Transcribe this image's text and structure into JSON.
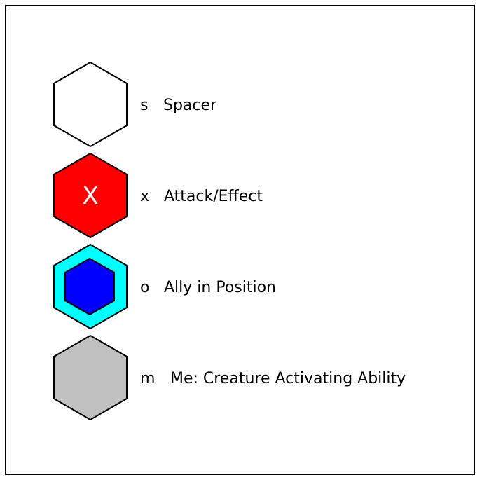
{
  "legend": {
    "items": [
      {
        "key": "s",
        "label": "Spacer",
        "fill": "#ffffff",
        "stroke": "#000000"
      },
      {
        "key": "x",
        "label": "Attack/Effect",
        "fill": "#ff0000",
        "stroke": "#000000",
        "glyph": "X",
        "glyph_color": "#ffffff"
      },
      {
        "key": "o",
        "label": "Ally in Position",
        "fill": "#00ffff",
        "inner_fill": "#0000ff",
        "stroke": "#000000"
      },
      {
        "key": "m",
        "label": "Me: Creature Activating Ability",
        "fill": "#c0c0c0",
        "stroke": "#000000"
      }
    ]
  }
}
